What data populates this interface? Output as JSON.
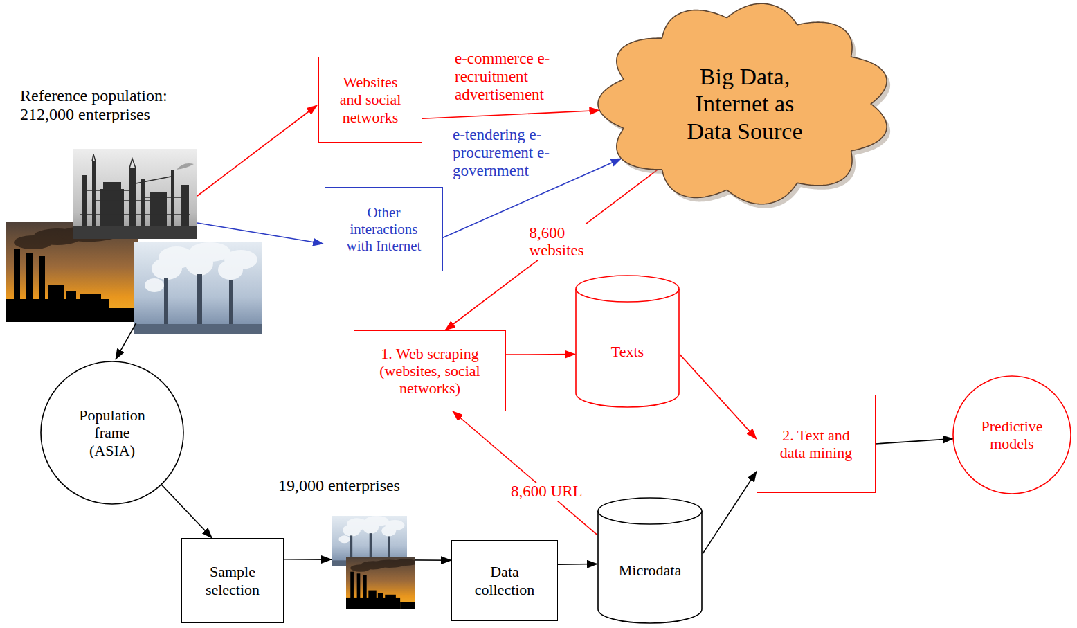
{
  "diagram": {
    "nodes": [
      {
        "text": [
          "Websites and social networks"
        ]
      },
      {
        "text": [
          "Big Data, Internet as Data Source"
        ]
      },
      {
        "text": [
          "Other interactions with Internet"
        ]
      },
      {
        "text": [
          "1. Web scraping (websites, social networks)"
        ]
      },
      {
        "text": [
          "Texts"
        ]
      },
      {
        "text": [
          "Population frame (ASIA)"
        ]
      },
      {
        "text": [
          "2. Text and data mining"
        ]
      },
      {
        "text": [
          "Predictive models"
        ]
      },
      {
        "text": [
          "Sample selection"
        ]
      },
      {
        "text": [
          "Data collection"
        ]
      },
      {
        "text": [
          "Microdata"
        ]
      }
    ],
    "edges": [
      {
        "from": 0,
        "to": 1,
        "arrow": "to",
        "label": "e-commerce e-recruitment advertisement"
      },
      {
        "from": 2,
        "to": 1,
        "arrow": "to",
        "label": "e-tendering e-procurement e-government"
      },
      {
        "from": 1,
        "to": 3,
        "arrow": "to",
        "label": "8,600 websites"
      },
      {
        "from": 10,
        "to": 3,
        "arrow": "to",
        "label": "8,600 URL"
      },
      {
        "from": 3,
        "to": 4,
        "arrow": "to"
      },
      {
        "from": 4,
        "to": 6,
        "arrow": "to"
      },
      {
        "from": 10,
        "to": 6,
        "arrow": "to"
      },
      {
        "from": 6,
        "to": 7,
        "arrow": "to"
      },
      {
        "from": 5,
        "to": 8,
        "arrow": "to"
      },
      {
        "from": 8,
        "to": 9,
        "arrow": "to"
      },
      {
        "from": 9,
        "to": 10,
        "arrow": "to"
      }
    ],
    "labels": [
      "Reference population: 212,000 enterprises",
      "19,000 enterprises"
    ]
  }
}
